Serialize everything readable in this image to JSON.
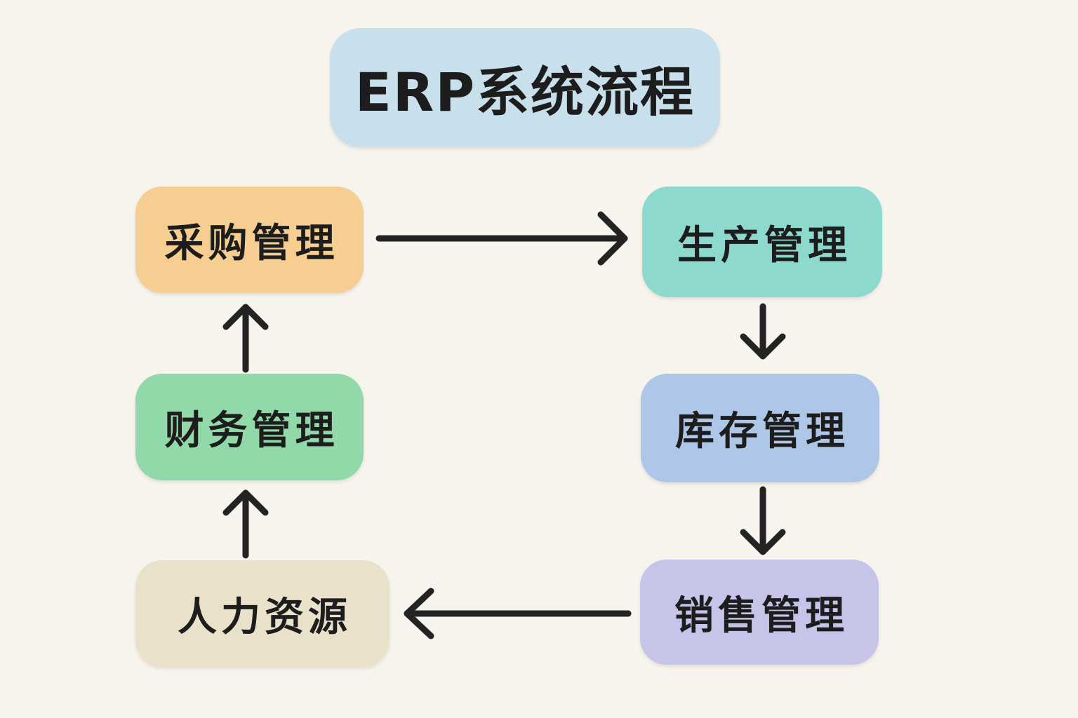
{
  "diagram": {
    "title": {
      "label": "ERP系统流程",
      "bg": "#c8dfec"
    },
    "nodes": [
      {
        "id": "purchase",
        "label": "采购管理",
        "bg": "#f6ce91"
      },
      {
        "id": "production",
        "label": "生产管理",
        "bg": "#8ed9cd"
      },
      {
        "id": "finance",
        "label": "财务管理",
        "bg": "#91d9a8"
      },
      {
        "id": "inventory",
        "label": "库存管理",
        "bg": "#aec7e9"
      },
      {
        "id": "hr",
        "label": "人力资源",
        "bg": "#e9e1c9"
      },
      {
        "id": "sales",
        "label": "销售管理",
        "bg": "#c6c4e9"
      }
    ],
    "flow": [
      {
        "from": "采购管理",
        "to": "生产管理",
        "direction": "right"
      },
      {
        "from": "生产管理",
        "to": "库存管理",
        "direction": "down"
      },
      {
        "from": "库存管理",
        "to": "销售管理",
        "direction": "down"
      },
      {
        "from": "销售管理",
        "to": "人力资源",
        "direction": "left"
      },
      {
        "from": "人力资源",
        "to": "财务管理",
        "direction": "up"
      },
      {
        "from": "财务管理",
        "to": "采购管理",
        "direction": "up"
      }
    ],
    "colors": {
      "background": "#f7f4ee",
      "arrow": "#232323",
      "text": "#1d1d1d"
    }
  }
}
